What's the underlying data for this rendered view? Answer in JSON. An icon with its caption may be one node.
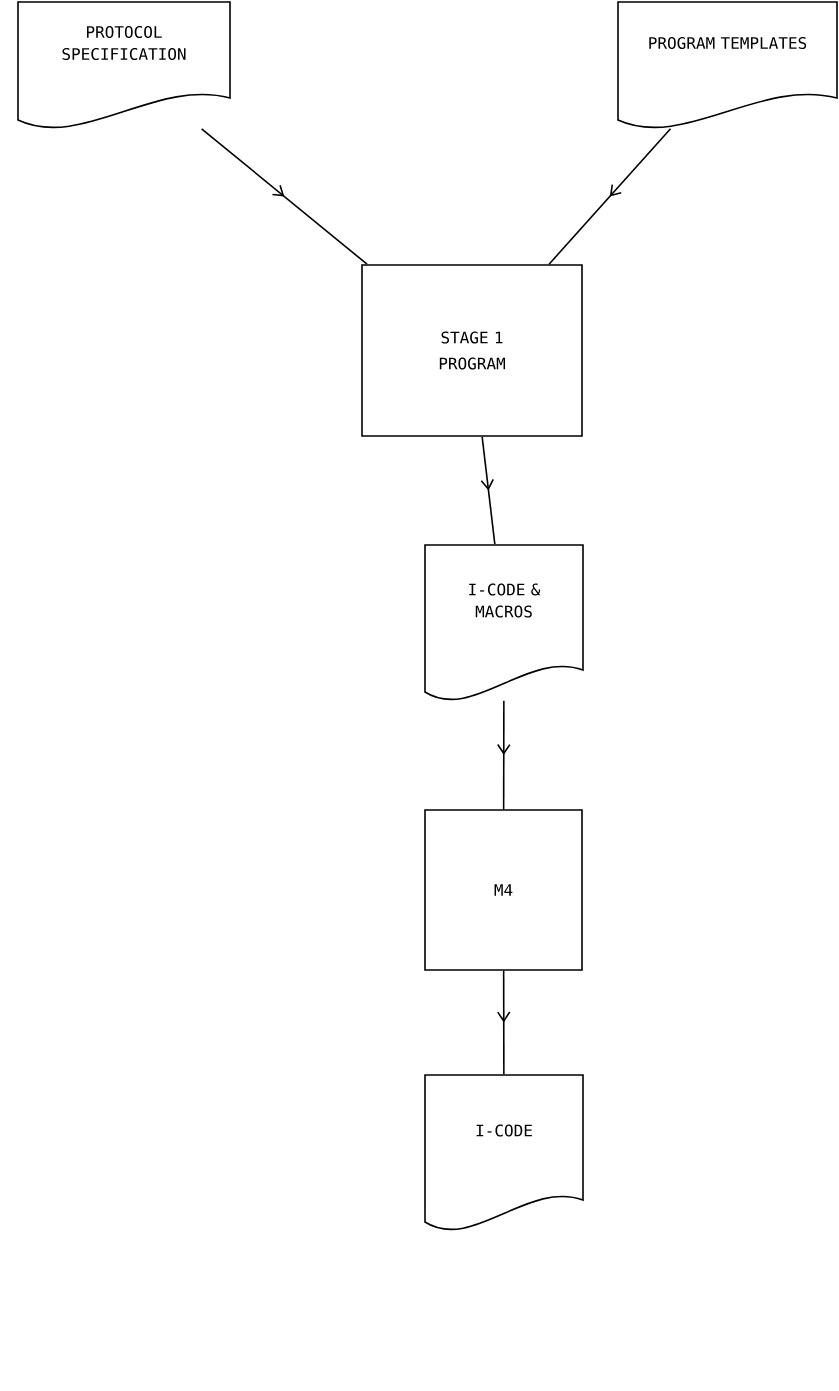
{
  "diagram": {
    "nodes": [
      {
        "text": [
          "PROTOCOL SPECIFICATION"
        ]
      },
      {
        "text": [
          "PROGRAM TEMPLATES"
        ]
      },
      {
        "text": [
          "STAGE 1 PROGRAM"
        ]
      },
      {
        "text": [
          "I-CODE & MACROS"
        ]
      },
      {
        "text": [
          "M4"
        ]
      },
      {
        "text": [
          "I-CODE"
        ]
      }
    ],
    "edges": [
      {
        "from": 0,
        "to": 2,
        "arrow": "to"
      },
      {
        "from": 1,
        "to": 2,
        "arrow": "to"
      },
      {
        "from": 2,
        "to": 3,
        "arrow": "to"
      },
      {
        "from": 3,
        "to": 4,
        "arrow": "to"
      },
      {
        "from": 4,
        "to": 5,
        "arrow": "to"
      }
    ]
  }
}
